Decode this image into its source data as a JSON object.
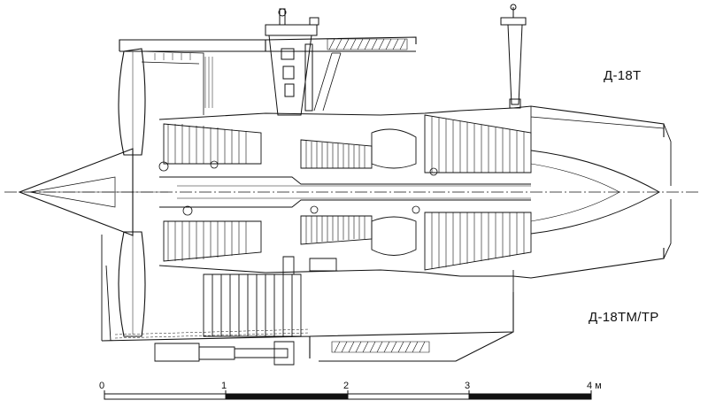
{
  "labels": {
    "top_variant": "Д-18Т",
    "bottom_variant": "Д-18ТМ/ТР"
  },
  "scale_bar": {
    "ticks": [
      "0",
      "1",
      "2",
      "3",
      "4 м"
    ]
  },
  "colors": {
    "ink": "#111111",
    "paper": "#ffffff"
  }
}
